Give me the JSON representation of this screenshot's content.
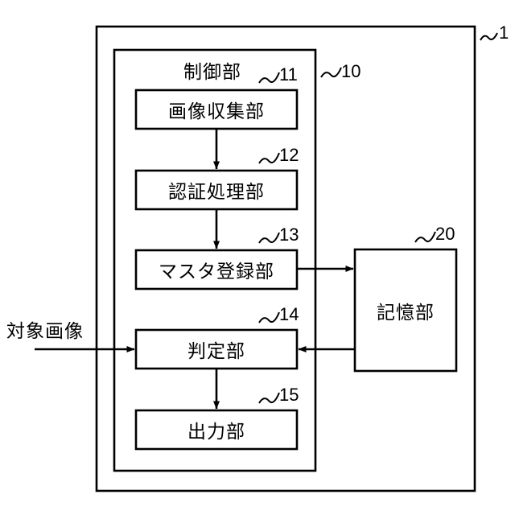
{
  "figure": {
    "type": "patent-block-diagram",
    "outer_system": {
      "ref": "1",
      "label": ""
    },
    "control_unit": {
      "title": "制御部",
      "ref": "10"
    },
    "blocks": [
      {
        "id": "image-collection",
        "label": "画像収集部",
        "ref": "11"
      },
      {
        "id": "auth-processing",
        "label": "認証処理部",
        "ref": "12"
      },
      {
        "id": "master-registration",
        "label": "マスタ登録部",
        "ref": "13"
      },
      {
        "id": "determination",
        "label": "判定部",
        "ref": "14"
      },
      {
        "id": "output",
        "label": "出力部",
        "ref": "15"
      }
    ],
    "storage": {
      "id": "storage-unit",
      "label": "記憶部",
      "ref": "20"
    },
    "input_signal": {
      "label": "対象画像"
    },
    "connections": [
      {
        "from": "image-collection",
        "to": "auth-processing",
        "direction": "down"
      },
      {
        "from": "auth-processing",
        "to": "master-registration",
        "direction": "down"
      },
      {
        "from": "master-registration",
        "to": "storage-unit",
        "direction": "right"
      },
      {
        "from": "storage-unit",
        "to": "determination",
        "direction": "left"
      },
      {
        "from": "input_signal",
        "to": "determination",
        "direction": "right"
      },
      {
        "from": "determination",
        "to": "output",
        "direction": "down"
      }
    ],
    "colors": {
      "stroke": "#000000",
      "background": "#ffffff"
    }
  }
}
